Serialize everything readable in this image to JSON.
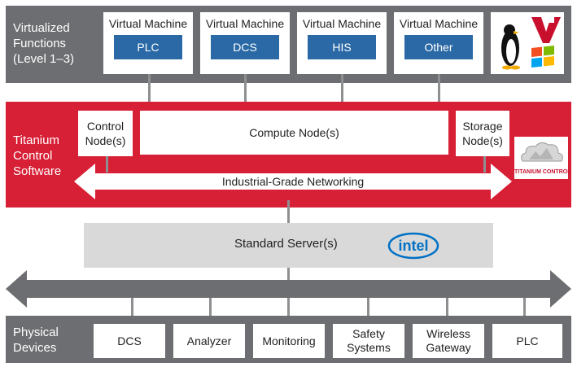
{
  "virtualized": {
    "label_lines": [
      "Virtualized",
      "Functions",
      "(Level 1–3)"
    ],
    "vm_title": "Virtual Machine",
    "vms": [
      "PLC",
      "DCS",
      "HIS",
      "Other"
    ]
  },
  "titanium": {
    "label_lines": [
      "Titanium",
      "Control",
      "Software"
    ],
    "control_node_lines": [
      "Control",
      "Node(s)"
    ],
    "compute_node": "Compute Node(s)",
    "storage_node_lines": [
      "Storage",
      "Node(s)"
    ],
    "networking": "Industrial-Grade Networking",
    "logo_text": "TITANIUM CONTROL"
  },
  "server": {
    "label": "Standard Server(s)",
    "intel_logo_text": "intel"
  },
  "physical": {
    "label_lines": [
      "Physical",
      "Devices"
    ],
    "devices": [
      {
        "lines": [
          "DCS"
        ]
      },
      {
        "lines": [
          "Analyzer"
        ]
      },
      {
        "lines": [
          "Monitoring"
        ]
      },
      {
        "lines": [
          "Safety",
          "Systems"
        ]
      },
      {
        "lines": [
          "Wireless",
          "Gateway"
        ]
      },
      {
        "lines": [
          "PLC"
        ]
      }
    ]
  },
  "colors": {
    "grey_band": "#6d6e71",
    "red_band": "#d71f36",
    "vm_blue": "#2a69a6",
    "server_grey": "#d9d9d9",
    "intel_blue": "#0071c5"
  },
  "icons": [
    "linux-penguin-icon",
    "windows-logo-icon",
    "vxworks-logo-icon",
    "titanium-cloud-icon",
    "intel-logo-icon"
  ]
}
